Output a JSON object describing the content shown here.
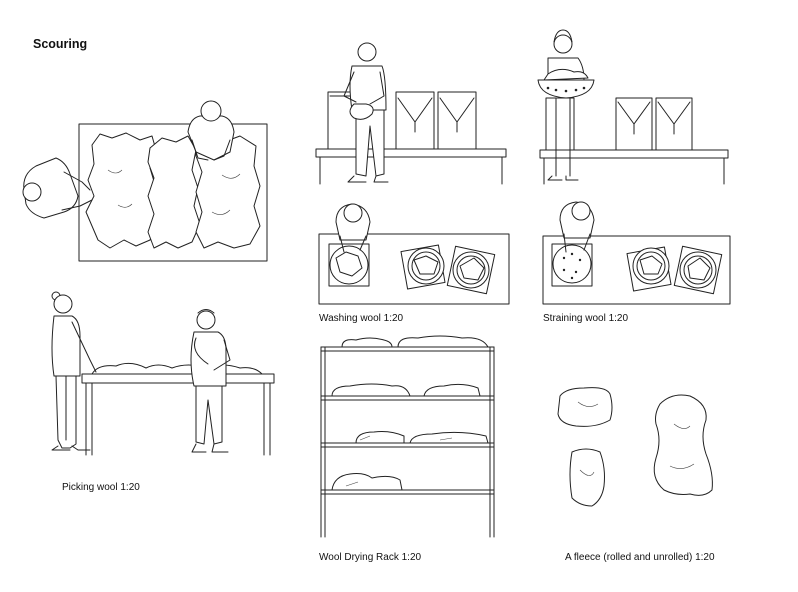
{
  "sheet": {
    "title": "Scouring",
    "captions": {
      "washing": "Washing wool 1:20",
      "straining": "Straining wool 1:20",
      "picking": "Picking wool 1:20",
      "rack": "Wool Drying Rack 1:20",
      "fleece": "A fleece (rolled and unrolled) 1:20"
    }
  },
  "colors": {
    "line": "#222222",
    "paper": "#ffffff"
  }
}
